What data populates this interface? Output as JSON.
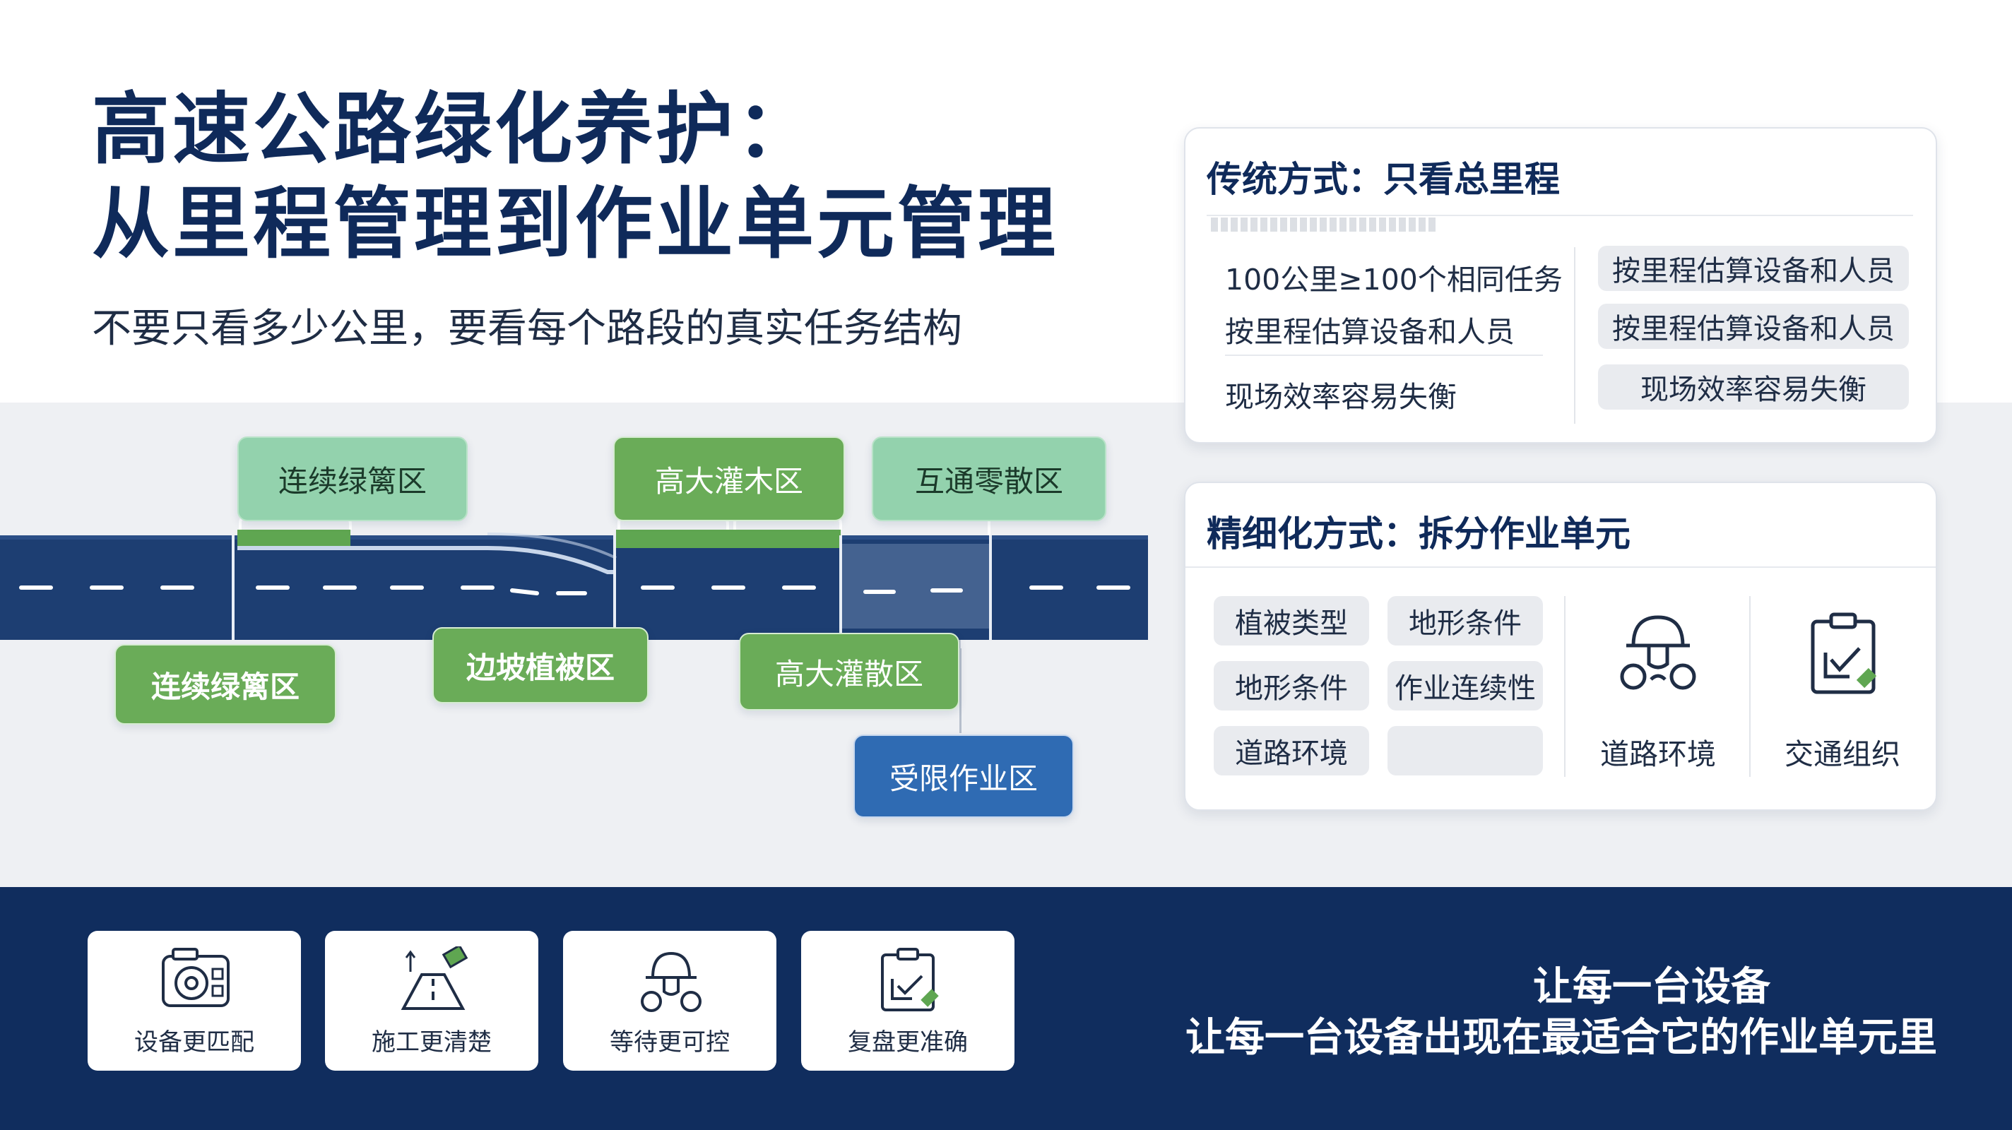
{
  "title": {
    "line1": "高速公路绿化养护：",
    "line2": "从里程管理到作业单元管理",
    "subtitle": "不要只看多少公里，要看每个路段的真实任务结构"
  },
  "road_zones": {
    "top": [
      "连续绿篱区",
      "高大灌木区",
      "互通零散区"
    ],
    "bottom": [
      "连续绿篱区",
      "边坡植被区",
      "高大灌散区",
      "受限作业区"
    ]
  },
  "traditional": {
    "title": "传统方式：只看总里程",
    "left_items": [
      "100公里≥100个相同任务",
      "按里程估算设备和人员",
      "现场效率容易失衡"
    ],
    "right_pills": [
      "按里程估算设备和人员",
      "按里程估算设备和人员",
      "现场效率容易失衡"
    ]
  },
  "refined": {
    "title": "精细化方式：拆分作业单元",
    "pills": [
      "植被类型",
      "地形条件",
      "地形条件",
      "作业连续性",
      "道路环境",
      ""
    ],
    "icon_items": [
      {
        "label": "道路环境",
        "icon": "worker-icon"
      },
      {
        "label": "交通组织",
        "icon": "clipboard-icon"
      }
    ]
  },
  "benefits": [
    {
      "label": "设备更匹配",
      "icon": "equipment-icon"
    },
    {
      "label": "施工更清楚",
      "icon": "road-icon"
    },
    {
      "label": "等待更可控",
      "icon": "worker-icon"
    },
    {
      "label": "复盘更准确",
      "icon": "clipboard-icon"
    }
  ],
  "slogan": {
    "line1": "让每一台设备",
    "line2": "让每一台设备出现在最适合它的作业单元里"
  },
  "colors": {
    "navy": "#102d5e",
    "road": "#1d3e72",
    "light_green": "#93d2ad",
    "green": "#6aac58",
    "blue": "#2f6bb3"
  }
}
